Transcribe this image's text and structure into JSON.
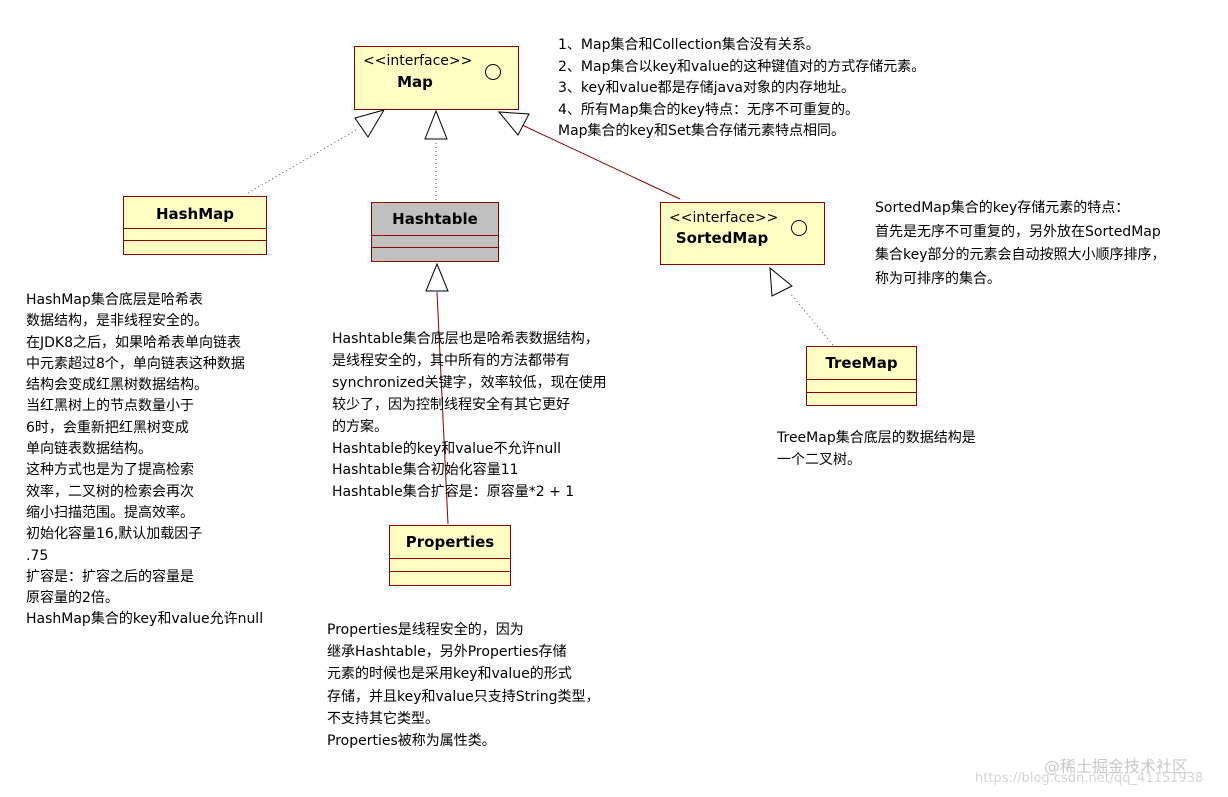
{
  "classes": {
    "map": {
      "stereotype": "<<interface>>",
      "name": "Map"
    },
    "hashmap": {
      "name": "HashMap"
    },
    "hashtable": {
      "name": "Hashtable"
    },
    "sortedmap": {
      "stereotype": "<<interface>>",
      "name": "SortedMap"
    },
    "treemap": {
      "name": "TreeMap"
    },
    "properties": {
      "name": "Properties"
    }
  },
  "notes": {
    "map": [
      "1、Map集合和Collection集合没有关系。",
      "2、Map集合以key和value的这种键值对的方式存储元素。",
      "3、key和value都是存储java对象的内存地址。",
      "4、所有Map集合的key特点：无序不可重复的。",
      "Map集合的key和Set集合存储元素特点相同。"
    ],
    "sortedmap": [
      "SortedMap集合的key存储元素的特点：",
      "首先是无序不可重复的，另外放在SortedMap",
      "集合key部分的元素会自动按照大小顺序排序，",
      "称为可排序的集合。"
    ],
    "hashmap": [
      "HashMap集合底层是哈希表",
      "数据结构，是非线程安全的。",
      "在JDK8之后，如果哈希表单向链表",
      "中元素超过8个，单向链表这种数据",
      "结构会变成红黑树数据结构。",
      "当红黑树上的节点数量小于",
      "6时，会重新把红黑树变成",
      "单向链表数据结构。",
      "这种方式也是为了提高检索",
      "效率，二叉树的检索会再次",
      "缩小扫描范围。提高效率。",
      "初始化容量16,默认加载因子",
      ".75",
      "扩容是：扩容之后的容量是",
      "原容量的2倍。",
      "HashMap集合的key和value允许null"
    ],
    "hashtable": [
      "Hashtable集合底层也是哈希表数据结构，",
      "是线程安全的，其中所有的方法都带有",
      "synchronized关键字，效率较低，现在使用",
      "较少了，因为控制线程安全有其它更好",
      "的方案。",
      "Hashtable的key和value不允许null",
      "Hashtable集合初始化容量11",
      "Hashtable集合扩容是：原容量*2 + 1"
    ],
    "treemap": [
      "TreeMap集合底层的数据结构是",
      "一个二叉树。"
    ],
    "properties": [
      "Properties是线程安全的，因为",
      "继承Hashtable，另外Properties存储",
      "元素的时候也是采用key和value的形式",
      "存储，并且key和value只支持String类型，",
      "不支持其它类型。",
      "Properties被称为属性类。"
    ]
  },
  "watermark": {
    "brand": "@稀土掘金技术社区",
    "url": "https://blog.csdn.net/qq_41151938"
  },
  "colors": {
    "box_fill": "#ffffc4",
    "box_grey": "#c0c0c0",
    "box_border": "#8b0000",
    "edge": "#8b0000"
  }
}
